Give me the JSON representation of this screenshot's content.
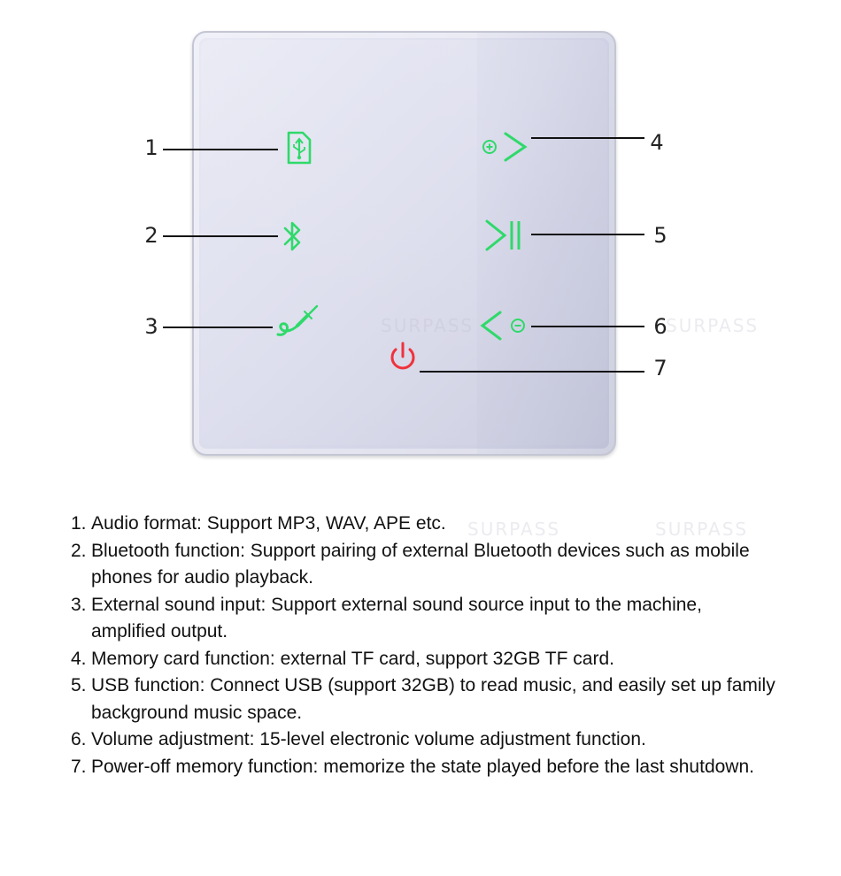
{
  "panel": {
    "callouts": [
      {
        "number": "1",
        "icon": "usb-drive-icon"
      },
      {
        "number": "2",
        "icon": "bluetooth-icon"
      },
      {
        "number": "3",
        "icon": "aux-cable-icon"
      },
      {
        "number": "4",
        "icon": "volume-up-next-icon"
      },
      {
        "number": "5",
        "icon": "play-pause-icon"
      },
      {
        "number": "6",
        "icon": "previous-volume-down-icon"
      },
      {
        "number": "7",
        "icon": "power-icon"
      }
    ],
    "icon_colors": {
      "green": "#2fd96a",
      "red": "#f0323c"
    }
  },
  "watermarks": [
    "SURPASS",
    "SURPASS",
    "SURPASS",
    "SURPASS"
  ],
  "features": [
    {
      "num": "1.",
      "text": "Audio format: Support MP3, WAV, APE etc."
    },
    {
      "num": "2.",
      "text": "Bluetooth function: Support pairing of external Bluetooth devices such as mobile phones for audio playback."
    },
    {
      "num": "3.",
      "text": "External sound input: Support external sound source input to the machine, amplified output."
    },
    {
      "num": "4.",
      "text": "Memory card function: external TF card, support 32GB TF card."
    },
    {
      "num": "5.",
      "text": "USB function: Connect USB (support 32GB) to read music, and easily set up family background music space."
    },
    {
      "num": "6.",
      "text": "Volume adjustment: 15-level electronic volume adjustment function."
    },
    {
      "num": "7.",
      "text": "Power-off memory function: memorize the state played before the last shutdown."
    }
  ]
}
